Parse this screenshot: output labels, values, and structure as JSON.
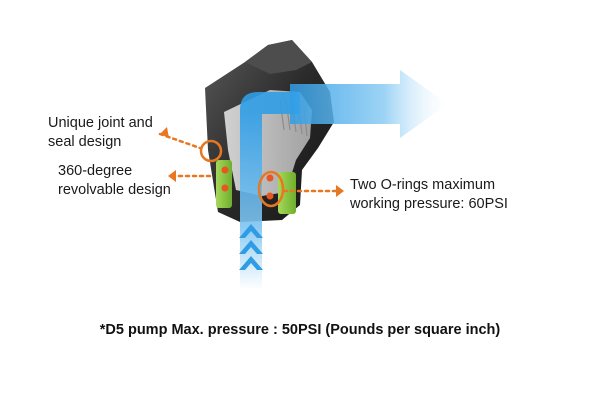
{
  "callouts": {
    "joint": {
      "line1": "Unique joint and",
      "line2": "seal design"
    },
    "revolve": {
      "line1": "360-degree",
      "line2": "revolvable design"
    },
    "orings": {
      "line1": "Two O-rings maximum",
      "line2": "working pressure: 60PSI"
    }
  },
  "footnote": "*D5 pump Max. pressure : 50PSI (Pounds per square inch)",
  "colors": {
    "accent": "#e87722",
    "flow_arrow": "#3aa3e8",
    "body_dark": "#2b2b2b",
    "seal_green": "#8dc63f"
  }
}
